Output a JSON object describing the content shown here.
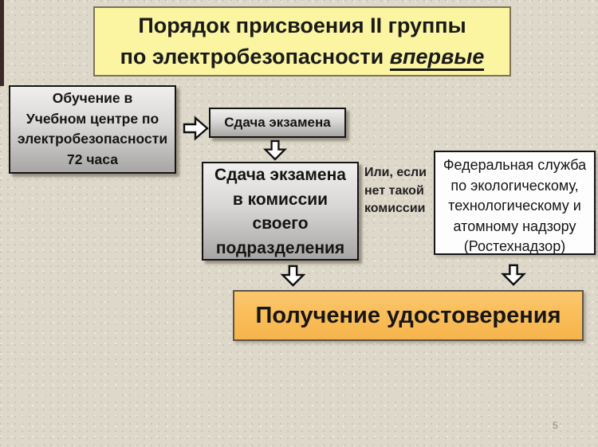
{
  "page": {
    "number": "5",
    "background_color": "#ddd8ca",
    "accent_strip_color": "#3c2826"
  },
  "title": {
    "line1": "Порядок присвоения II группы",
    "line2_prefix": "по электробезопасности",
    "line2_emphasis": "впервые",
    "background_color": "#fbf5a1"
  },
  "flow": {
    "training_box": {
      "lines": [
        "Обучение в",
        "Учебном центре по",
        "электробезопасности",
        "72 часа"
      ]
    },
    "exam_box": {
      "label": "Сдача экзамена"
    },
    "commission_box": {
      "lines": [
        "Сдача экзамена",
        "в комиссии",
        "своего",
        "подразделения"
      ]
    },
    "or_note": {
      "lines": [
        "Или, если",
        "нет такой",
        "комиссии"
      ]
    },
    "supervision_box": {
      "lines": [
        "Федеральная служба",
        "по экологическому,",
        "технологическому и",
        "атомному надзору",
        "(Ростехнадзор)"
      ]
    },
    "result_box": {
      "label": "Получение удостоверения",
      "background_color": "#f9bc57"
    }
  },
  "icons": {
    "arrow_right": "block-arrow-right",
    "arrow_down": "block-arrow-down"
  }
}
